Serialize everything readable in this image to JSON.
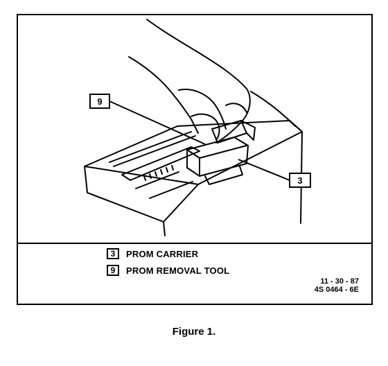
{
  "callouts": [
    {
      "number": "9",
      "label": "PROM REMOVAL TOOL"
    },
    {
      "number": "3",
      "label": "PROM CARRIER"
    }
  ],
  "legend": [
    {
      "number": "3",
      "label": "PROM CARRIER"
    },
    {
      "number": "9",
      "label": "PROM REMOVAL TOOL"
    }
  ],
  "code": {
    "date": "11 - 30 - 87",
    "id": "4S 0464 - 6E"
  },
  "caption": "Figure 1."
}
